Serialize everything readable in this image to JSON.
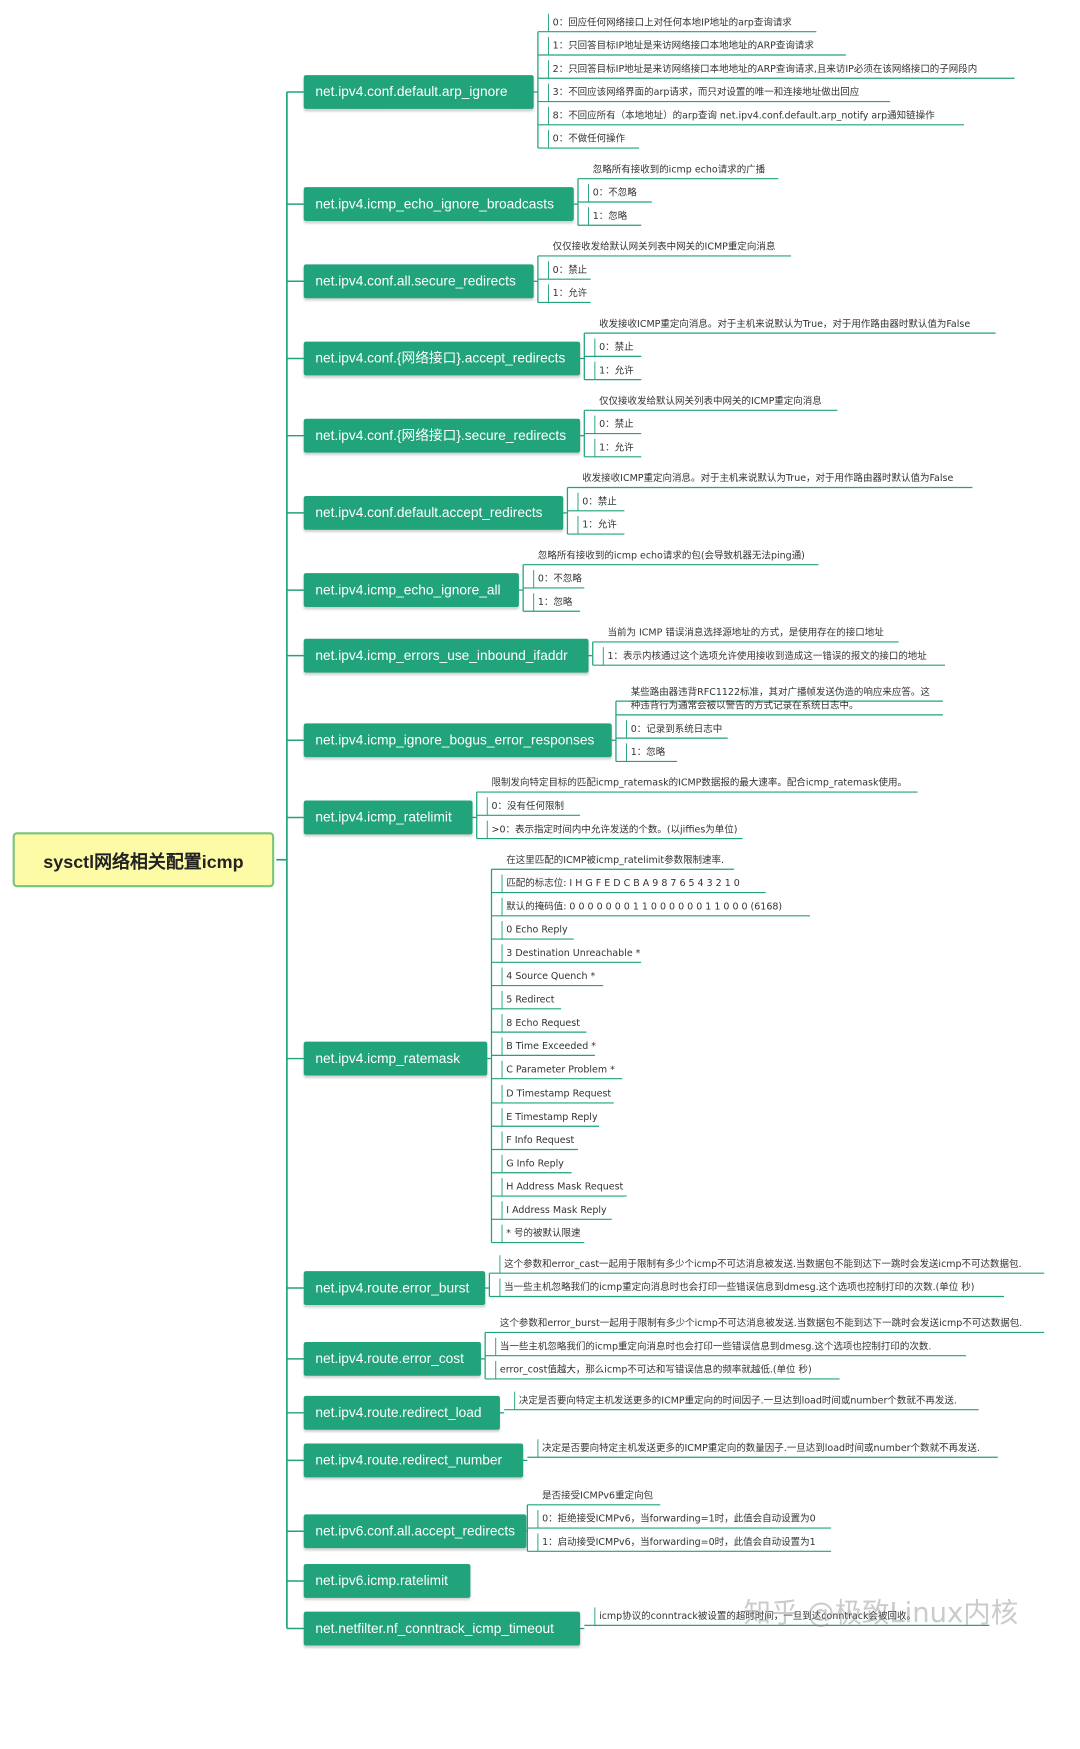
{
  "root": {
    "label": "sysctl网络相关配置icmp"
  },
  "watermark": "知乎 @极致Linux内核",
  "colors": {
    "node": "#21a37c",
    "root_fill": "#fdfba5",
    "line": "#21a37c"
  },
  "branches": [
    {
      "label": "net.ipv4.conf.default.arp_ignore",
      "leaves": [
        {
          "text": "0：回应任何网络接口上对任何本地IP地址的arp查询请求"
        },
        {
          "text": "1：只回答目标IP地址是来访网络接口本地地址的ARP查询请求"
        },
        {
          "text": "2：只回答目标IP地址是来访网络接口本地地址的ARP查询请求,且来访IP必须在该网络接口的子网段内"
        },
        {
          "text": "3：不回应该网络界面的arp请求，而只对设置的唯一和连接地址做出回应"
        },
        {
          "text": "8：不回应所有（本地地址）的arp查询 net.ipv4.conf.default.arp_notify arp通知链操作"
        },
        {
          "text": "0：不做任何操作"
        }
      ]
    },
    {
      "label": "net.ipv4.icmp_echo_ignore_broadcasts",
      "leaves": [
        {
          "text": "忽略所有接收到的icmp echo请求的广播",
          "plain": true
        },
        {
          "text": "0：不忽略"
        },
        {
          "text": "1：忽略"
        }
      ]
    },
    {
      "label": "net.ipv4.conf.all.secure_redirects",
      "leaves": [
        {
          "text": "仅仅接收发给默认网关列表中网关的ICMP重定向消息",
          "plain": true
        },
        {
          "text": "0：禁止"
        },
        {
          "text": "1：允许"
        }
      ]
    },
    {
      "label": "net.ipv4.conf.{网络接口}.accept_redirects",
      "leaves": [
        {
          "text": "收发接收ICMP重定向消息。对于主机来说默认为True，对于用作路由器时默认值为False",
          "plain": true
        },
        {
          "text": "0：禁止"
        },
        {
          "text": "1：允许"
        }
      ]
    },
    {
      "label": "net.ipv4.conf.{网络接口}.secure_redirects",
      "leaves": [
        {
          "text": "仅仅接收发给默认网关列表中网关的ICMP重定向消息",
          "plain": true
        },
        {
          "text": "0：禁止"
        },
        {
          "text": "1：允许"
        }
      ]
    },
    {
      "label": "net.ipv4.conf.default.accept_redirects",
      "leaves": [
        {
          "text": "收发接收ICMP重定向消息。对于主机来说默认为True，对于用作路由器时默认值为False",
          "plain": true
        },
        {
          "text": "0：禁止"
        },
        {
          "text": "1：允许"
        }
      ]
    },
    {
      "label": "net.ipv4.icmp_echo_ignore_all",
      "leaves": [
        {
          "text": "忽略所有接收到的icmp echo请求的包(会导致机器无法ping通)",
          "plain": true
        },
        {
          "text": "0：不忽略"
        },
        {
          "text": "1：忽略"
        }
      ]
    },
    {
      "label": "net.ipv4.icmp_errors_use_inbound_ifaddr",
      "leaves": [
        {
          "text": "当前为 ICMP 错误消息选择源地址的方式，是使用存在的接口地址",
          "plain": true
        },
        {
          "text": "1：表示内核通过这个选项允许使用接收到造成这一错误的报文的接口的地址"
        }
      ]
    },
    {
      "label": "net.ipv4.icmp_ignore_bogus_error_responses",
      "leaves": [
        {
          "text": "某些路由器违背RFC1122标准，其对广播帧发送伪造的响应来应答。这",
          "plain": true
        },
        {
          "text": "种违背行为通常会被以警告的方式记录在系统日志中。",
          "plain": true
        },
        {
          "text": "0：记录到系统日志中"
        },
        {
          "text": "1：忽略"
        }
      ]
    },
    {
      "label": "net.ipv4.icmp_ratelimit",
      "leaves": [
        {
          "text": "限制发向特定目标的匹配icmp_ratemask的ICMP数据报的最大速率。配合icmp_ratemask使用。",
          "plain": true
        },
        {
          "text": "0：没有任何限制"
        },
        {
          "text": ">0：表示指定时间内中允许发送的个数。(以jiffies为单位)"
        }
      ]
    },
    {
      "label": "net.ipv4.icmp_ratemask",
      "leaves": [
        {
          "text": "在这里匹配的ICMP被icmp_ratelimit参数限制速率.",
          "plain": true
        },
        {
          "text": "匹配的标志位: I H G F E D C B A 9 8 7 6 5 4 3 2 1 0"
        },
        {
          "text": "默认的掩码值: 0 0 0 0 0 0 0 1 1 0 0 0 0 0 0 1 1 0 0 0 (6168)"
        },
        {
          "text": "0 Echo Reply"
        },
        {
          "text": "3 Destination Unreachable *"
        },
        {
          "text": "4 Source Quench *"
        },
        {
          "text": "5 Redirect"
        },
        {
          "text": "8 Echo Request"
        },
        {
          "text": "B Time Exceeded *"
        },
        {
          "text": "C Parameter Problem *"
        },
        {
          "text": "D Timestamp Request"
        },
        {
          "text": "E Timestamp Reply"
        },
        {
          "text": "F Info Request"
        },
        {
          "text": "G Info Reply"
        },
        {
          "text": "H Address Mask Request"
        },
        {
          "text": "I Address Mask Reply"
        },
        {
          "text": "* 号的被默认限速"
        }
      ]
    },
    {
      "label": "net.ipv4.route.error_burst",
      "leaves": [
        {
          "text": "这个参数和error_cast一起用于限制有多少个icmp不可达消息被发送.当数据包不能到达下一跳时会发送icmp不可达数据包."
        },
        {
          "text": "当一些主机忽略我们的icmp重定向消息时也会打印一些错误信息到dmesg.这个选项也控制打印的次数.(单位 秒)"
        }
      ]
    },
    {
      "label": "net.ipv4.route.error_cost",
      "leaves": [
        {
          "text": "这个参数和error_burst一起用于限制有多少个icmp不可达消息被发送.当数据包不能到达下一跳时会发送icmp不可达数据包.",
          "plain": true
        },
        {
          "text": "当一些主机忽略我们的icmp重定向消息时也会打印一些错误信息到dmesg.这个选项也控制打印的次数."
        },
        {
          "text": "error_cost值越大，那么icmp不可达和写错误信息的频率就越低.(单位 秒)"
        }
      ]
    },
    {
      "label": "net.ipv4.route.redirect_load",
      "leaves": [
        {
          "text": "决定是否要向特定主机发送更多的ICMP重定向的时间因子.一旦达到load时间或number个数就不再发送."
        }
      ]
    },
    {
      "label": "net.ipv4.route.redirect_number",
      "leaves": [
        {
          "text": "决定是否要向特定主机发送更多的ICMP重定向的数量因子.一旦达到load时间或number个数就不再发送."
        }
      ]
    },
    {
      "label": "net.ipv6.conf.all.accept_redirects",
      "leaves": [
        {
          "text": "是否接受ICMPv6重定向包",
          "plain": true
        },
        {
          "text": "0：拒绝接受ICMPv6，当forwarding=1时，此值会自动设置为0"
        },
        {
          "text": "1：启动接受ICMPv6，当forwarding=0时，此值会自动设置为1"
        }
      ]
    },
    {
      "label": "net.ipv6.icmp.ratelimit",
      "leaves": []
    },
    {
      "label": "net.netfilter.nf_conntrack_icmp_timeout",
      "leaves": [
        {
          "text": "icmp协议的conntrack被设置的超时时间，一旦到达conntrack会被回收。"
        }
      ]
    }
  ]
}
